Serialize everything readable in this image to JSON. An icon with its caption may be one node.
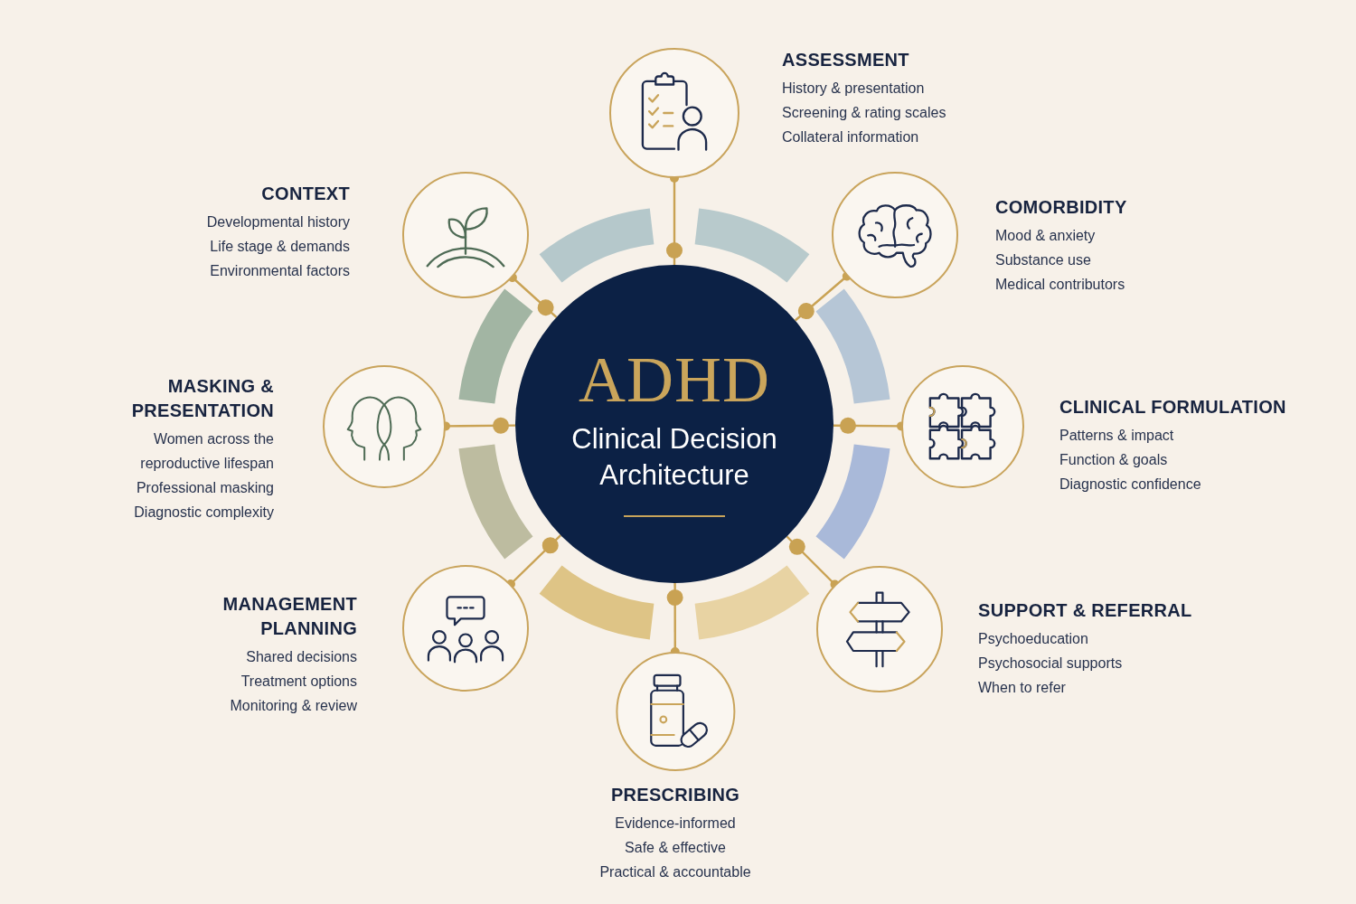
{
  "diagram": {
    "nodes": [
      {
        "text": [
          "ADHD",
          "Clinical Decision Architecture"
        ]
      },
      {
        "text": [
          "ASSESSMENT"
        ],
        "beside": [
          "History & presentation",
          "Screening & rating scales",
          "Collateral information"
        ]
      },
      {
        "text": [
          "COMORBIDITY"
        ],
        "beside": [
          "Mood & anxiety",
          "Substance use",
          "Medical contributors"
        ]
      },
      {
        "text": [
          "CLINICAL FORMULATION"
        ],
        "beside": [
          "Patterns & impact",
          "Function & goals",
          "Diagnostic confidence"
        ]
      },
      {
        "text": [
          "SUPPORT & REFERRAL"
        ],
        "beside": [
          "Psychoeducation",
          "Psychosocial supports",
          "When to refer"
        ]
      },
      {
        "text": [
          "PRESCRIBING"
        ],
        "beside": [
          "Evidence-informed",
          "Safe & effective",
          "Practical & accountable"
        ]
      },
      {
        "text": [
          "MANAGEMENT PLANNING"
        ],
        "beside": [
          "Shared decisions",
          "Treatment options",
          "Monitoring & review"
        ]
      },
      {
        "text": [
          "MASKING & PRESENTATION"
        ],
        "beside": [
          "Women across the reproductive lifespan",
          "Professional masking",
          "Diagnostic complexity"
        ]
      },
      {
        "text": [
          "CONTEXT"
        ],
        "beside": [
          "Developmental history",
          "Life stage & demands",
          "Environmental factors"
        ]
      }
    ],
    "edges": [
      {
        "from": 0,
        "to": 1,
        "arrow": "other"
      },
      {
        "from": 0,
        "to": 2,
        "arrow": "other"
      },
      {
        "from": 0,
        "to": 3,
        "arrow": "other"
      },
      {
        "from": 0,
        "to": 4,
        "arrow": "other"
      },
      {
        "from": 0,
        "to": 5,
        "arrow": "other"
      },
      {
        "from": 0,
        "to": 6,
        "arrow": "other"
      },
      {
        "from": 0,
        "to": 7,
        "arrow": "other"
      },
      {
        "from": 0,
        "to": 8,
        "arrow": "other"
      }
    ]
  }
}
